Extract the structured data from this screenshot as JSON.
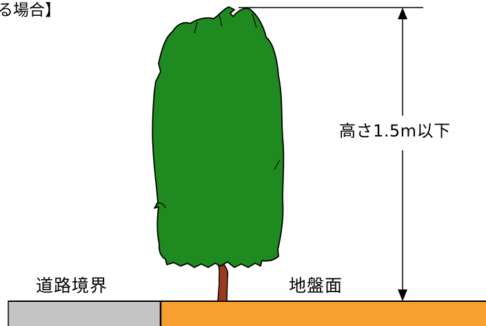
{
  "diagram": {
    "title_fragment": "る場合】",
    "height_label": "高さ1.5m以下",
    "road_boundary_label": "道路境界",
    "ground_surface_label": "地盤面"
  },
  "colors": {
    "tree_foliage": "#1f8a1f",
    "tree_trunk": "#9b3a1f",
    "ground": "#f7a030",
    "road": "#c4c4c4",
    "lines": "#000000"
  }
}
